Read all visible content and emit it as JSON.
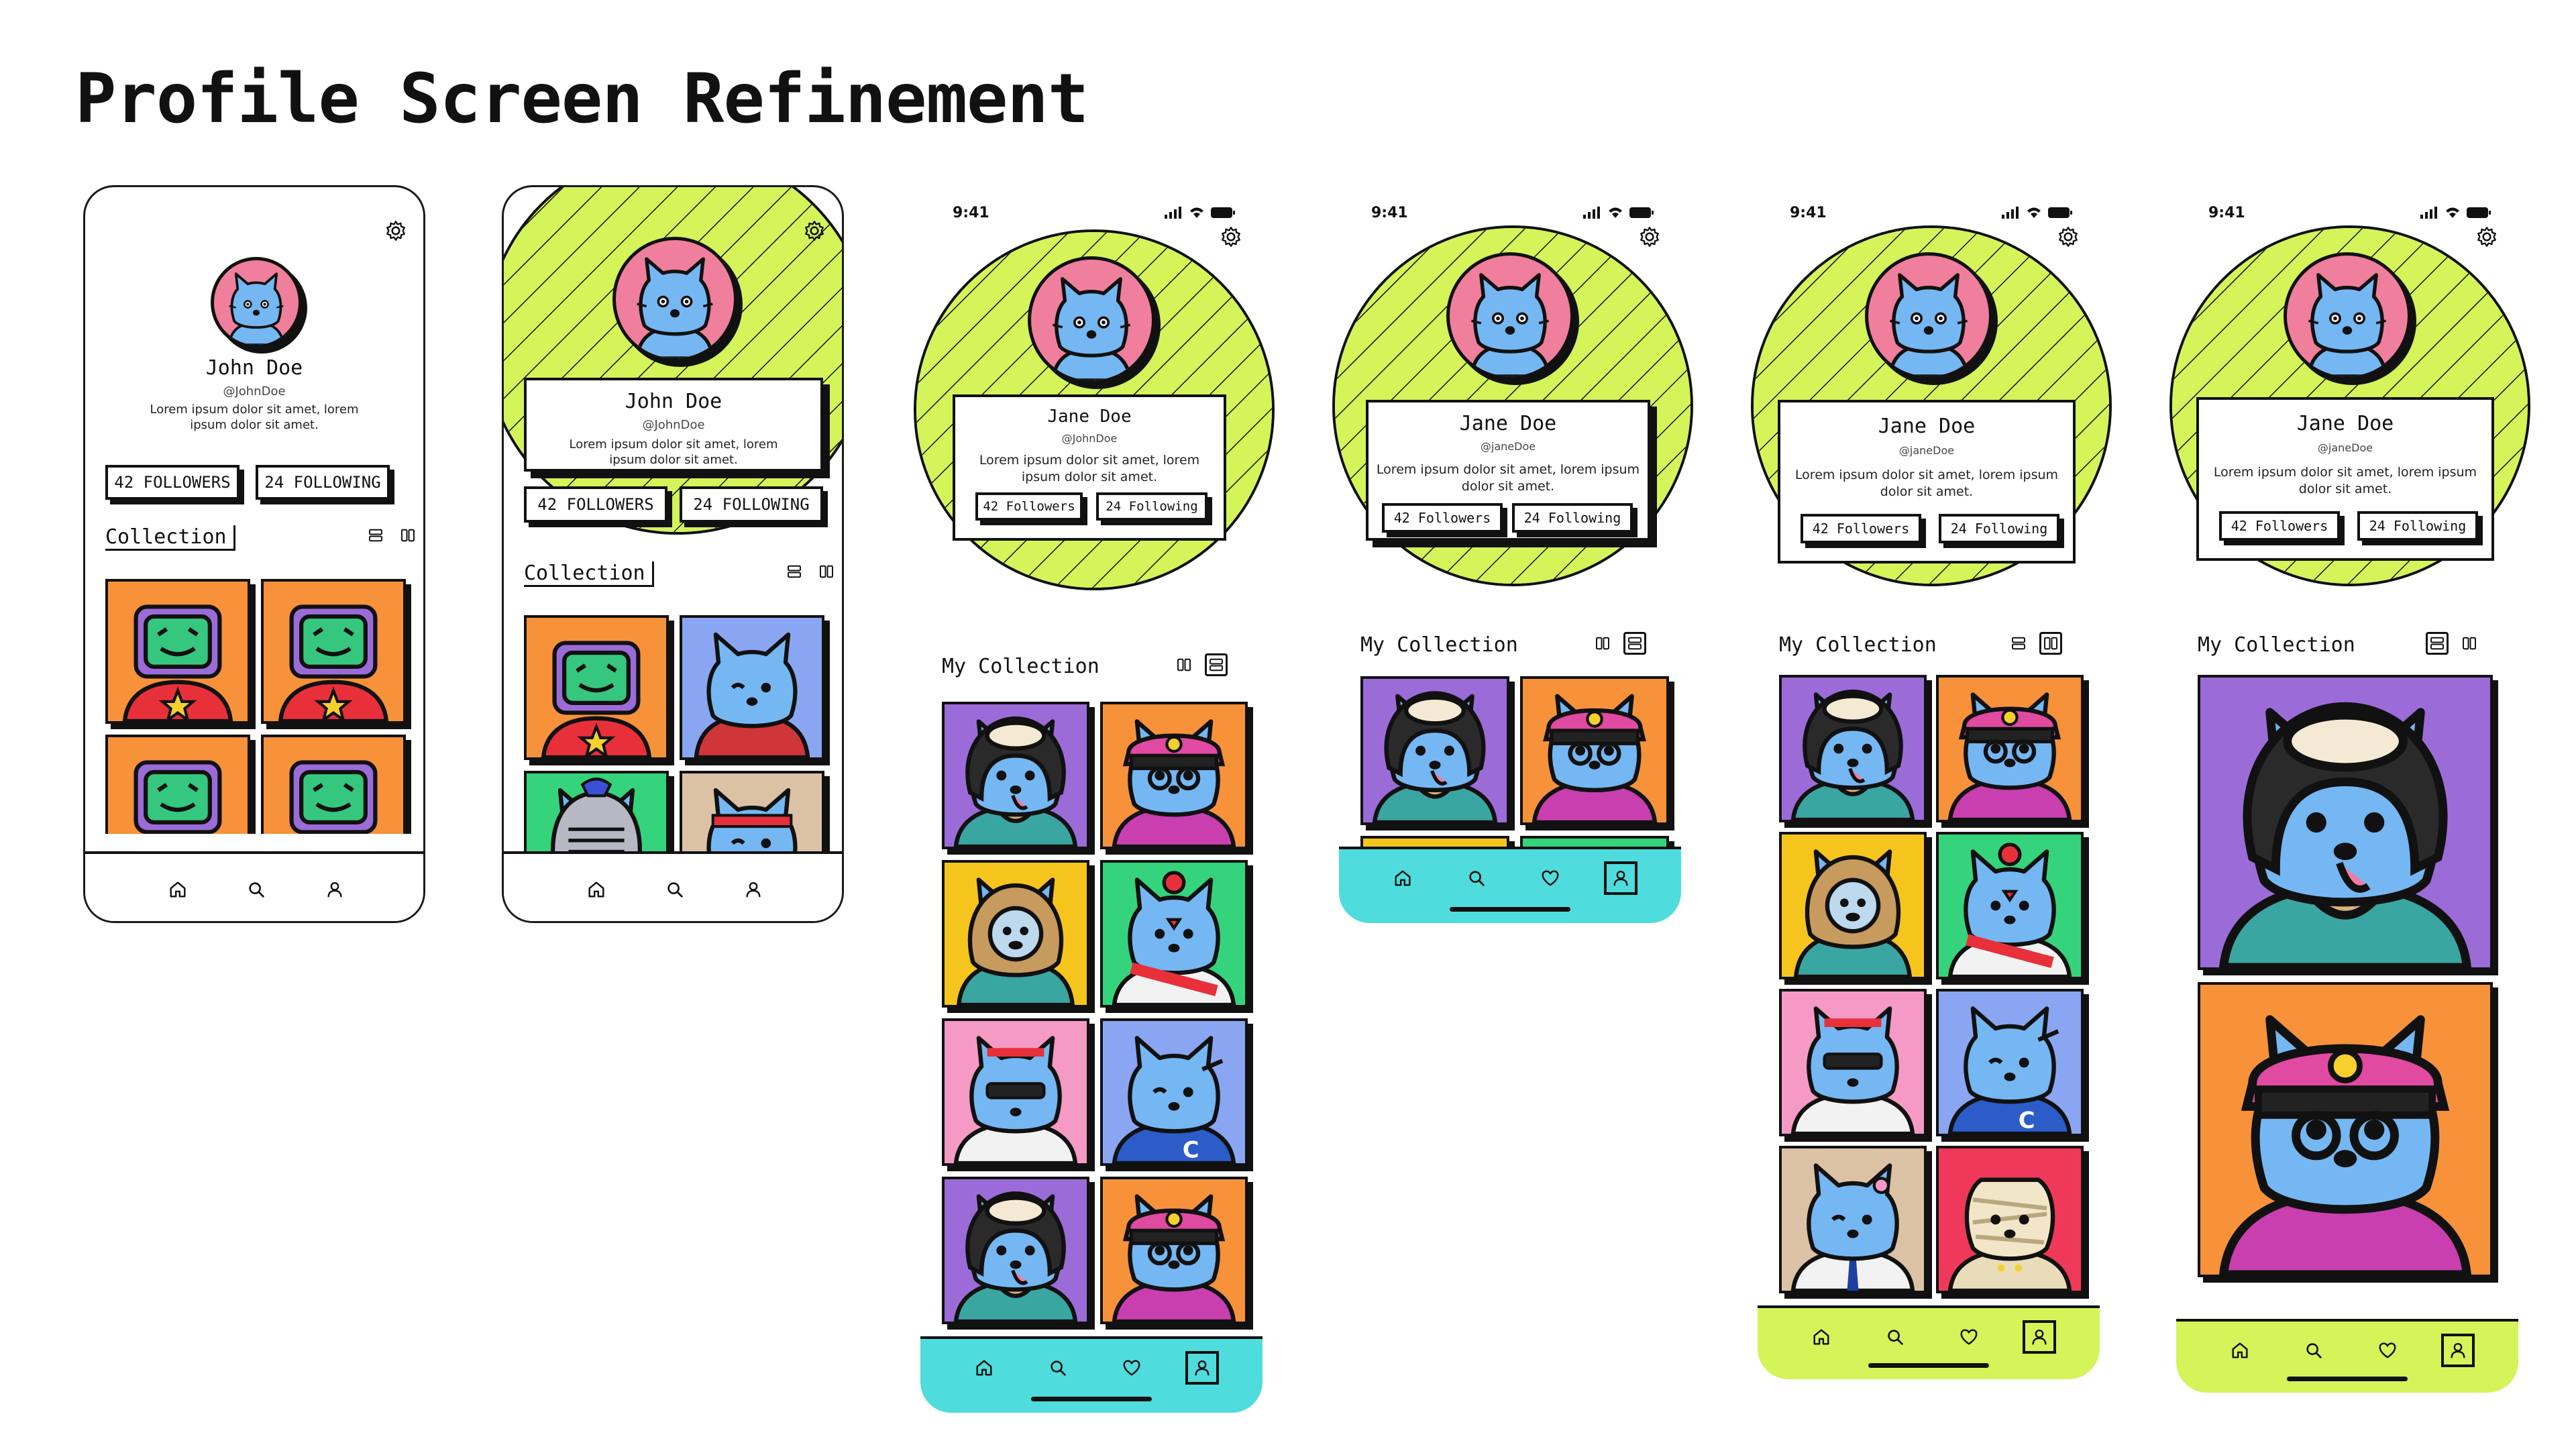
{
  "page": {
    "title": "Profile Screen Refinement"
  },
  "colors": {
    "lime": "#d4f45a",
    "cyan": "#4fdcdc",
    "avatar_pink": "#ef7f9c",
    "cat_blue": "#75b7f2",
    "orange": "#f7923a",
    "purple": "#9b6cd8",
    "yellow": "#f6c51d",
    "green": "#35d47c",
    "pink": "#f59ac4",
    "periwinkle": "#8aa6f2",
    "tan": "#dcc2a5",
    "red": "#f0395a"
  },
  "frames": [
    {
      "name": "John Doe",
      "handle": "@JohnDoe",
      "bio_line1": "Lorem ipsum dolor sit amet, lorem",
      "bio_line2": "ipsum dolor sit amet.",
      "followers": "42 FOLLOWERS",
      "following": "24 FOLLOWING",
      "section": "Collection"
    },
    {
      "name": "John Doe",
      "handle": "@JohnDoe",
      "bio_line1": "Lorem ipsum dolor sit amet, lorem",
      "bio_line2": "ipsum dolor sit amet.",
      "followers": "42 FOLLOWERS",
      "following": "24 FOLLOWING",
      "section": "Collection"
    },
    {
      "time": "9:41",
      "name": "Jane Doe",
      "handle": "@JohnDoe",
      "bio_line1": "Lorem ipsum dolor sit amet, lorem",
      "bio_line2": "ipsum dolor sit amet.",
      "followers": "42 Followers",
      "following": "24 Following",
      "section": "My Collection"
    },
    {
      "time": "9:41",
      "name": "Jane Doe",
      "handle": "@janeDoe",
      "bio_line1": "Lorem ipsum dolor sit amet, lorem ipsum",
      "bio_line2": "dolor sit amet.",
      "followers": "42 Followers",
      "following": "24 Following",
      "section": "My Collection"
    },
    {
      "time": "9:41",
      "name": "Jane Doe",
      "handle": "@janeDoe",
      "bio_line1": "Lorem ipsum dolor sit amet, lorem ipsum",
      "bio_line2": "dolor sit amet.",
      "followers": "42 Followers",
      "following": "24 Following",
      "section": "My Collection"
    },
    {
      "time": "9:41",
      "name": "Jane Doe",
      "handle": "@janeDoe",
      "bio_line1": "Lorem ipsum dolor sit amet, lorem ipsum",
      "bio_line2": "dolor sit amet.",
      "followers": "42 Followers",
      "following": "24 Following",
      "section": "My Collection"
    }
  ],
  "tabs": {
    "three": [
      "home-icon",
      "search-icon",
      "profile-icon"
    ],
    "four": [
      "home-icon",
      "search-icon",
      "heart-icon",
      "profile-icon"
    ]
  }
}
